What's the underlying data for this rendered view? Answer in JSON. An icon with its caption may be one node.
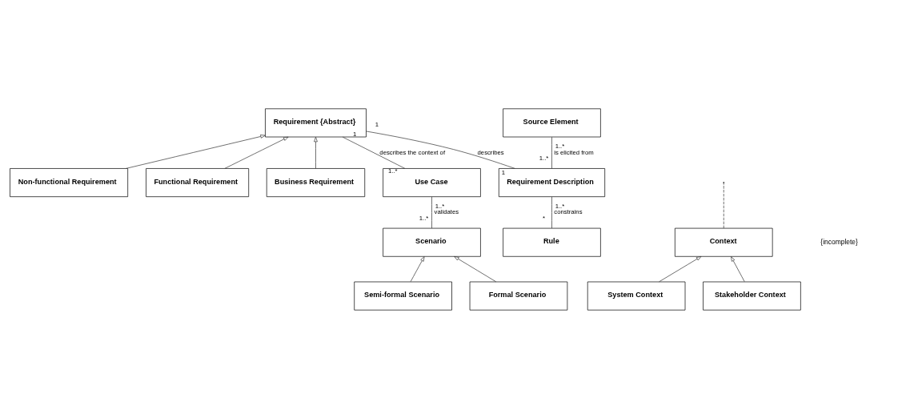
{
  "diagram": {
    "nodes": [
      {
        "text": [
          "Source Element"
        ]
      },
      {
        "text": [
          "Context"
        ]
      },
      {
        "text": [
          "System Context"
        ]
      },
      {
        "text": [
          "Stakeholder Context"
        ]
      },
      {
        "text": [
          "Requirement {Abstract}"
        ]
      },
      {
        "text": [
          "Non-functional Requirement"
        ]
      },
      {
        "text": [
          "Functional Requirement"
        ]
      },
      {
        "text": [
          "Business Requirement"
        ]
      },
      {
        "text": [
          "Use Case"
        ]
      },
      {
        "text": [
          "Requirement Description"
        ]
      },
      {
        "text": [
          "Scenario"
        ]
      },
      {
        "text": [
          "Rule"
        ]
      },
      {
        "text": [
          "Semi-formal Scenario"
        ]
      },
      {
        "text": [
          "Formal Scenario"
        ]
      }
    ],
    "edges": [
      {
        "from": 9,
        "to": 0,
        "arrow": "none",
        "label": "is elicited from"
      },
      {
        "from": 2,
        "to": 1,
        "arrow": "to"
      },
      {
        "from": 3,
        "to": 1,
        "arrow": "to"
      },
      {
        "from": 1,
        "to": null,
        "arrow": "none",
        "style": "dashed"
      },
      {
        "from": 8,
        "to": 4,
        "arrow": "none",
        "label": "describes the context of"
      },
      {
        "from": 5,
        "to": 4,
        "arrow": "to"
      },
      {
        "from": 6,
        "to": 4,
        "arrow": "to"
      },
      {
        "from": 7,
        "to": 4,
        "arrow": "to"
      },
      {
        "from": 9,
        "to": 4,
        "arrow": "none",
        "label": "describes"
      },
      {
        "from": 11,
        "to": 9,
        "arrow": "none",
        "label": "constrains"
      },
      {
        "from": 10,
        "to": 8,
        "arrow": "none",
        "label": "validates"
      },
      {
        "from": 12,
        "to": 10,
        "arrow": "to"
      },
      {
        "from": 13,
        "to": 10,
        "arrow": "to"
      }
    ],
    "labels": [
      "{incomplete}",
      "1..*",
      "1",
      "1..*",
      "1",
      "1",
      "1..*",
      "1..*",
      "1..*",
      "1..*",
      "*"
    ]
  }
}
